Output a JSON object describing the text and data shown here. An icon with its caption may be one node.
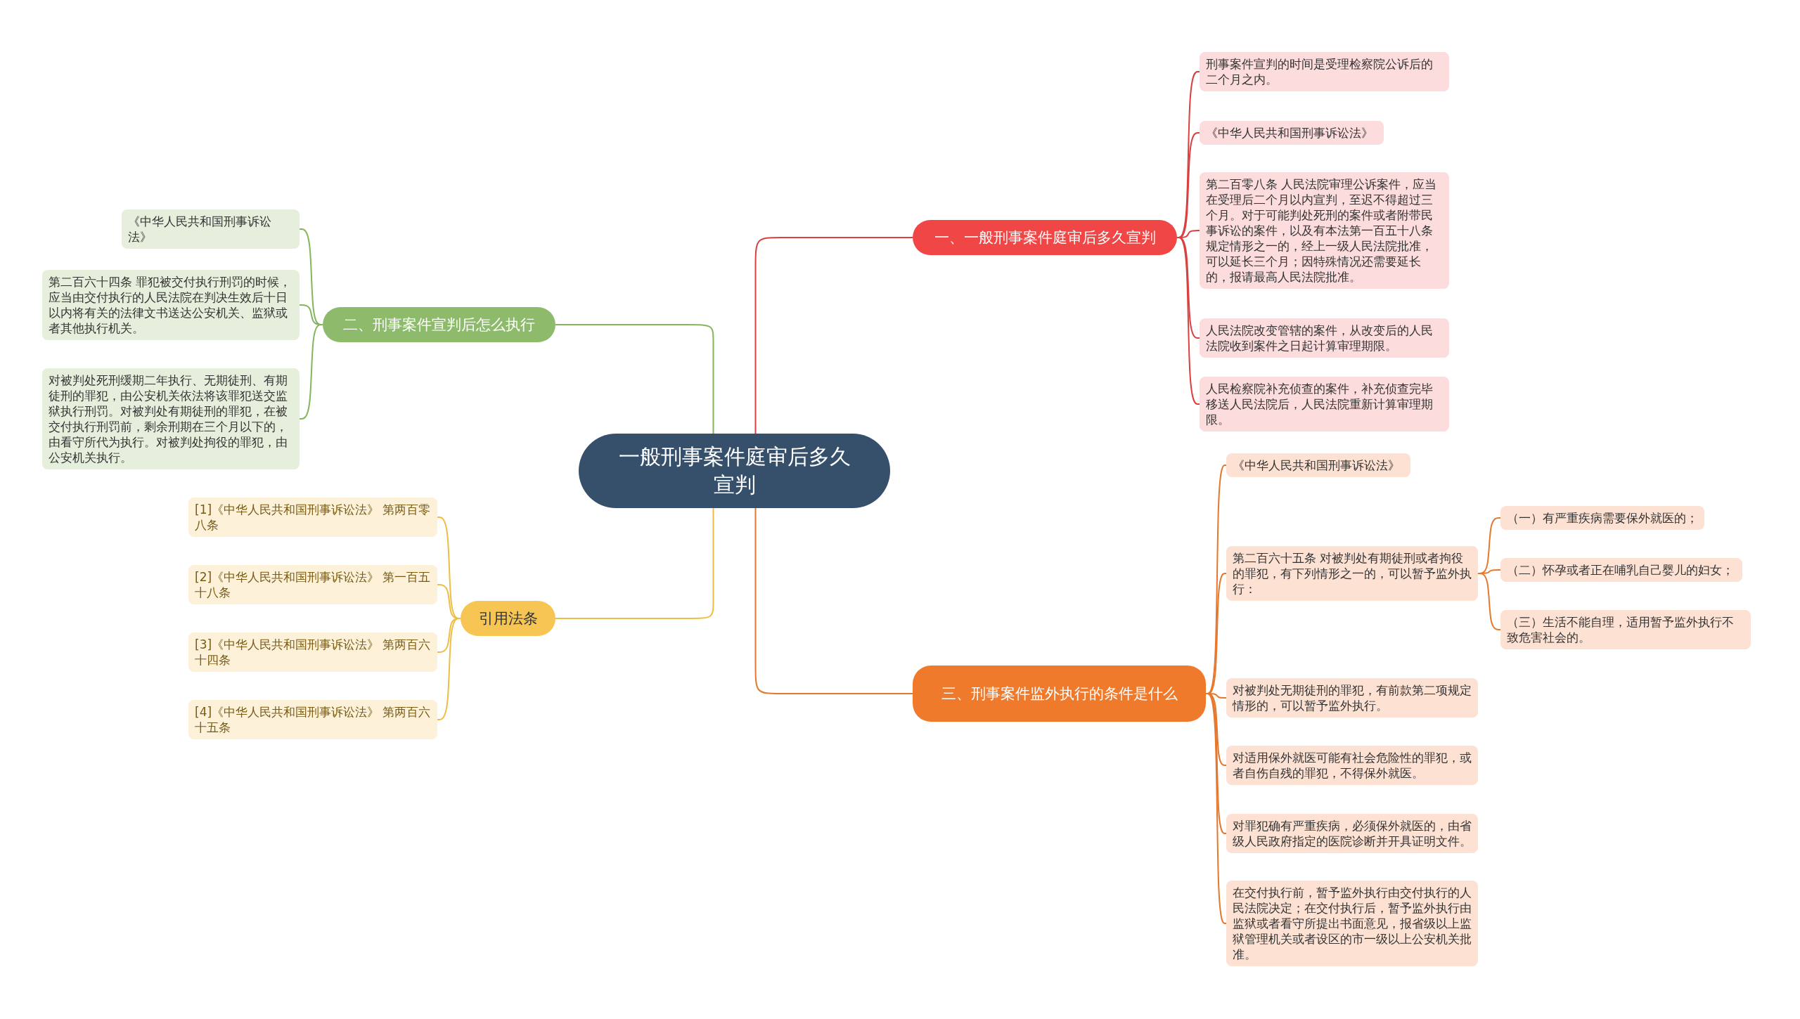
{
  "diagram": {
    "nodes": [
      {
        "text": [
          "一般刑事案件庭审后多久宣判"
        ]
      },
      {
        "text": [
          "一、一般刑事案件庭审后多久宣判"
        ]
      },
      {
        "text": [
          "刑事案件宣判的时间是受理检察院公诉后的二个月之内。"
        ]
      },
      {
        "text": [
          "《中华人民共和国刑事诉讼法》"
        ]
      },
      {
        "text": [
          "第二百零八条 人民法院审理公诉案件，应当在受理后二个月以内宣判，至迟不得超过三个月。对于可能判处死刑的案件或者附带民事诉讼的案件，以及有本法第一百五十八条规定情形之一的，经上一级人民法院批准，可以延长三个月；因特殊情况还需要延长的，报请最高人民法院批准。"
        ]
      },
      {
        "text": [
          "人民法院改变管辖的案件，从改变后的人民法院收到案件之日起计算审理期限。"
        ]
      },
      {
        "text": [
          "人民检察院补充侦查的案件，补充侦查完毕移送人民法院后，人民法院重新计算审理期限。"
        ]
      },
      {
        "text": [
          "二、刑事案件宣判后怎么执行"
        ]
      },
      {
        "text": [
          "《中华人民共和国刑事诉讼法》"
        ]
      },
      {
        "text": [
          "第二百六十四条 罪犯被交付执行刑罚的时候，应当由交付执行的人民法院在判决生效后十日以内将有关的法律文书送达公安机关、监狱或者其他执行机关。"
        ]
      },
      {
        "text": [
          "对被判处死刑缓期二年执行、无期徒刑、有期徒刑的罪犯，由公安机关依法将该罪犯送交监狱执行刑罚。对被判处有期徒刑的罪犯，在被交付执行刑罚前，剩余刑期在三个月以下的，由看守所代为执行。对被判处拘役的罪犯，由公安机关执行。"
        ]
      },
      {
        "text": [
          "引用法条"
        ]
      },
      {
        "text": [
          "[1]《中华人民共和国刑事诉讼法》 第两百零八条"
        ]
      },
      {
        "text": [
          "[2]《中华人民共和国刑事诉讼法》 第一百五十八条"
        ]
      },
      {
        "text": [
          "[3]《中华人民共和国刑事诉讼法》 第两百六十四条"
        ]
      },
      {
        "text": [
          "[4]《中华人民共和国刑事诉讼法》 第两百六十五条"
        ]
      },
      {
        "text": [
          "三、刑事案件监外执行的条件是什么"
        ]
      },
      {
        "text": [
          "《中华人民共和国刑事诉讼法》"
        ]
      },
      {
        "text": [
          "第二百六十五条 对被判处有期徒刑或者拘役的罪犯，有下列情形之一的，可以暂予监外执行："
        ]
      },
      {
        "text": [
          "（一）有严重疾病需要保外就医的；"
        ]
      },
      {
        "text": [
          "（二）怀孕或者正在哺乳自己婴儿的妇女；"
        ]
      },
      {
        "text": [
          "（三）生活不能自理，适用暂予监外执行不致危害社会的。"
        ]
      },
      {
        "text": [
          "对被判处无期徒刑的罪犯，有前款第二项规定情形的，可以暂予监外执行。"
        ]
      },
      {
        "text": [
          "对适用保外就医可能有社会危险性的罪犯，或者自伤自残的罪犯，不得保外就医。"
        ]
      },
      {
        "text": [
          "对罪犯确有严重疾病，必须保外就医的，由省级人民政府指定的医院诊断并开具证明文件。"
        ]
      },
      {
        "text": [
          "在交付执行前，暂予监外执行由交付执行的人民法院决定；在交付执行后，暂予监外执行由监狱或者看守所提出书面意见，报省级以上监狱管理机关或者设区的市一级以上公安机关批准。"
        ]
      }
    ],
    "edges": [
      {
        "from": 0,
        "to": 1,
        "arrow": "none",
        "color": "#d94040"
      },
      {
        "from": 1,
        "to": 2,
        "arrow": "none",
        "color": "#d94040"
      },
      {
        "from": 1,
        "to": 3,
        "arrow": "none",
        "color": "#d94040"
      },
      {
        "from": 1,
        "to": 4,
        "arrow": "none",
        "color": "#d94040"
      },
      {
        "from": 1,
        "to": 5,
        "arrow": "none",
        "color": "#d94040"
      },
      {
        "from": 1,
        "to": 6,
        "arrow": "none",
        "color": "#d94040"
      },
      {
        "from": 0,
        "to": 7,
        "arrow": "none",
        "color": "#86b45e"
      },
      {
        "from": 7,
        "to": 8,
        "arrow": "none",
        "color": "#86b45e"
      },
      {
        "from": 7,
        "to": 9,
        "arrow": "none",
        "color": "#86b45e"
      },
      {
        "from": 7,
        "to": 10,
        "arrow": "none",
        "color": "#86b45e"
      },
      {
        "from": 0,
        "to": 11,
        "arrow": "none",
        "color": "#eebd45"
      },
      {
        "from": 11,
        "to": 12,
        "arrow": "none",
        "color": "#eebd45"
      },
      {
        "from": 11,
        "to": 13,
        "arrow": "none",
        "color": "#eebd45"
      },
      {
        "from": 11,
        "to": 14,
        "arrow": "none",
        "color": "#eebd45"
      },
      {
        "from": 11,
        "to": 15,
        "arrow": "none",
        "color": "#eebd45"
      },
      {
        "from": 0,
        "to": 16,
        "arrow": "none"
      },
      {
        "from": 16,
        "to": 17,
        "arrow": "none"
      },
      {
        "from": 16,
        "to": 18,
        "arrow": "none"
      },
      {
        "from": 18,
        "to": 19,
        "arrow": "none"
      },
      {
        "from": 18,
        "to": 20,
        "arrow": "none"
      },
      {
        "from": 18,
        "to": 21,
        "arrow": "none"
      },
      {
        "from": 16,
        "to": 22,
        "arrow": "none"
      },
      {
        "from": 16,
        "to": 23,
        "arrow": "none"
      },
      {
        "from": 16,
        "to": 24,
        "arrow": "none"
      },
      {
        "from": 16,
        "to": 25,
        "arrow": "none"
      }
    ]
  }
}
